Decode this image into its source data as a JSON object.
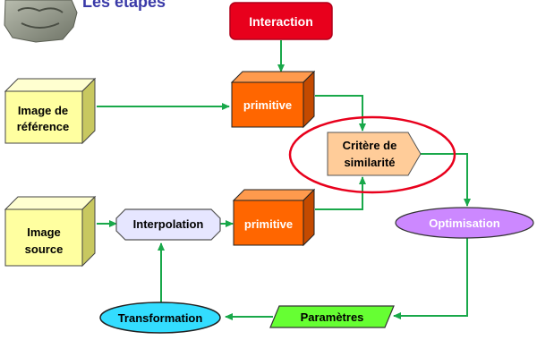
{
  "slide": {
    "title": "Les étapes"
  },
  "nodes": {
    "interaction": "Interaction",
    "primitive_top": "primitive",
    "image_reference": [
      "Image de",
      "référence"
    ],
    "critere": [
      "Critère de",
      "similarité"
    ],
    "image_source": [
      "Image",
      "source"
    ],
    "interpolation": "Interpolation",
    "primitive_bottom": "primitive",
    "optimisation": "Optimisation",
    "parametres": "Paramètres",
    "transformation": "Transformation"
  },
  "colors": {
    "title": "#3a3aa8",
    "arrow": "#19a84a",
    "interaction_fill": "#e8001c",
    "primitive_fill": "#ff6600",
    "image_fill": "#ffffa0",
    "critere_fill": "#ffcc99",
    "highlight_ring": "#e8001c",
    "interpolation_fill": "#e6e6ff",
    "optimisation_fill": "#cc88ff",
    "parametres_fill": "#66ff33",
    "transformation_fill": "#33ddff"
  }
}
